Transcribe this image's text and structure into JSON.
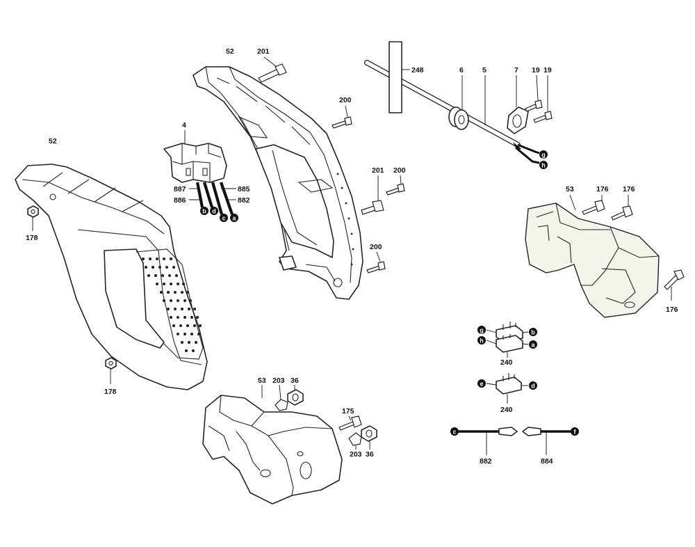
{
  "part_labels": {
    "p52_left": "52",
    "p178_top": "178",
    "p178_bottom": "178",
    "p4": "4",
    "p887": "887",
    "p886": "886",
    "p885": "885",
    "p882_switch": "882",
    "p52_center": "52",
    "p201_top": "201",
    "p200_top": "200",
    "p201_mid": "201",
    "p200_mid": "200",
    "p200_low": "200",
    "p248": "248",
    "p6": "6",
    "p5": "5",
    "p7": "7",
    "p19_a": "19",
    "p19_b": "19",
    "p53_right": "53",
    "p176_a": "176",
    "p176_b": "176",
    "p176_c": "176",
    "p240_a": "240",
    "p240_b": "240",
    "p882_wire": "882",
    "p884": "884",
    "p53_bottom": "53",
    "p203_a": "203",
    "p36_a": "36",
    "p175": "175",
    "p203_b": "203",
    "p36_b": "36"
  },
  "connection_letters": {
    "sw_b": "b",
    "sw_d": "d",
    "sw_c": "c",
    "sw_a": "a",
    "cord_g": "g",
    "cord_h": "h",
    "t1_g": "g",
    "t1_b": "b",
    "t1_h": "h",
    "t1_a": "a",
    "t2_e": "e",
    "t2_d": "d",
    "w_c": "c",
    "w_f": "f"
  }
}
